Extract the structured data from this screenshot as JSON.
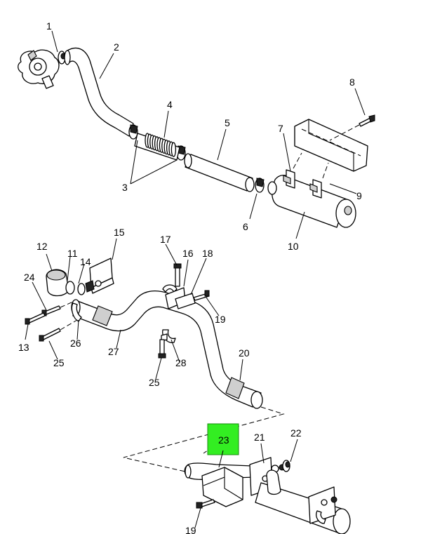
{
  "highlight": {
    "part": "23",
    "color": "#33ee22"
  },
  "callouts": {
    "c1": "1",
    "c2": "2",
    "c3": "3",
    "c4": "4",
    "c5": "5",
    "c6": "6",
    "c7": "7",
    "c8": "8",
    "c9": "9",
    "c10": "10",
    "c11": "11",
    "c12": "12",
    "c13": "13",
    "c14": "14",
    "c15": "15",
    "c16": "16",
    "c17": "17",
    "c18": "18",
    "c19": "19",
    "c20": "20",
    "c21": "21",
    "c22": "22",
    "c23": "23",
    "c24": "24",
    "c25a": "25",
    "c25b": "25",
    "c26": "26",
    "c27": "27",
    "c28": "28",
    "c19b": "19"
  },
  "footer": {
    "left": "",
    "right": ""
  }
}
